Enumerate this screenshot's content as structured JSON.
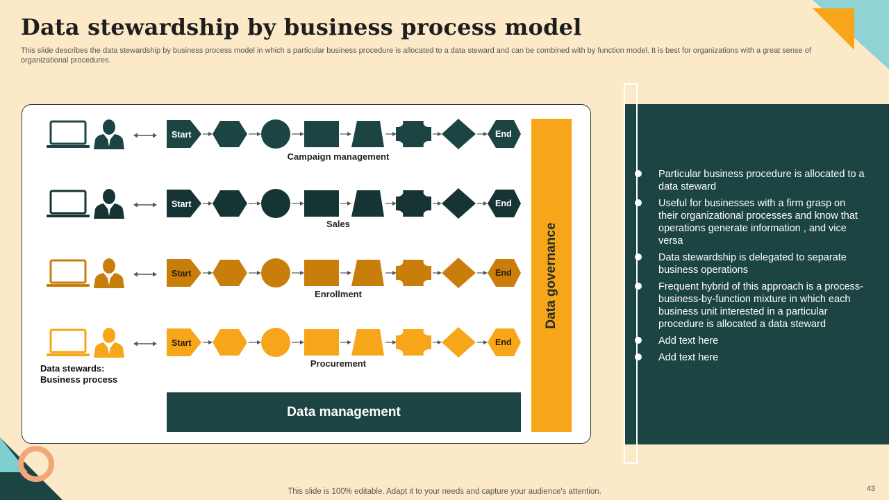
{
  "slide": {
    "title": "Data stewardship by business process model",
    "subtitle": "This slide describes the data stewardship by business process model in which a particular business procedure is allocated to a data steward and can be combined with by function model. It is best for organizations with a great sense of organizational procedures.",
    "footer": "This slide is 100% editable. Adapt it to your needs and capture your audience's attention.",
    "page_number": "43"
  },
  "diagram": {
    "start_label": "Start",
    "end_label": "End",
    "rows": [
      {
        "label": "Campaign management",
        "color": "#1C4443"
      },
      {
        "label": "Sales",
        "color": "#163433"
      },
      {
        "label": "Enrollment",
        "color": "#C97E0C"
      },
      {
        "label": "Procurement",
        "color": "#F8A619"
      }
    ],
    "stewards_label": "Data stewards:\nBusiness  process",
    "data_management": "Data management",
    "data_governance": "Data governance"
  },
  "bullets": [
    "Particular business procedure is allocated to a data steward",
    "Useful for businesses with a firm grasp on their organizational processes and know that operations generate information , and vice versa",
    "Data stewardship is delegated to separate business operations",
    "Frequent hybrid of this approach is a process-business-by-function mixture in which each business unit interested in a particular procedure is allocated a data steward",
    "Add text here",
    "Add text here"
  ],
  "colors": {
    "background": "#FCE9C8",
    "teal": "#1C4443",
    "orange": "#F8A619",
    "dark_orange": "#C97E0C",
    "light_blue": "#7ECFD0"
  }
}
